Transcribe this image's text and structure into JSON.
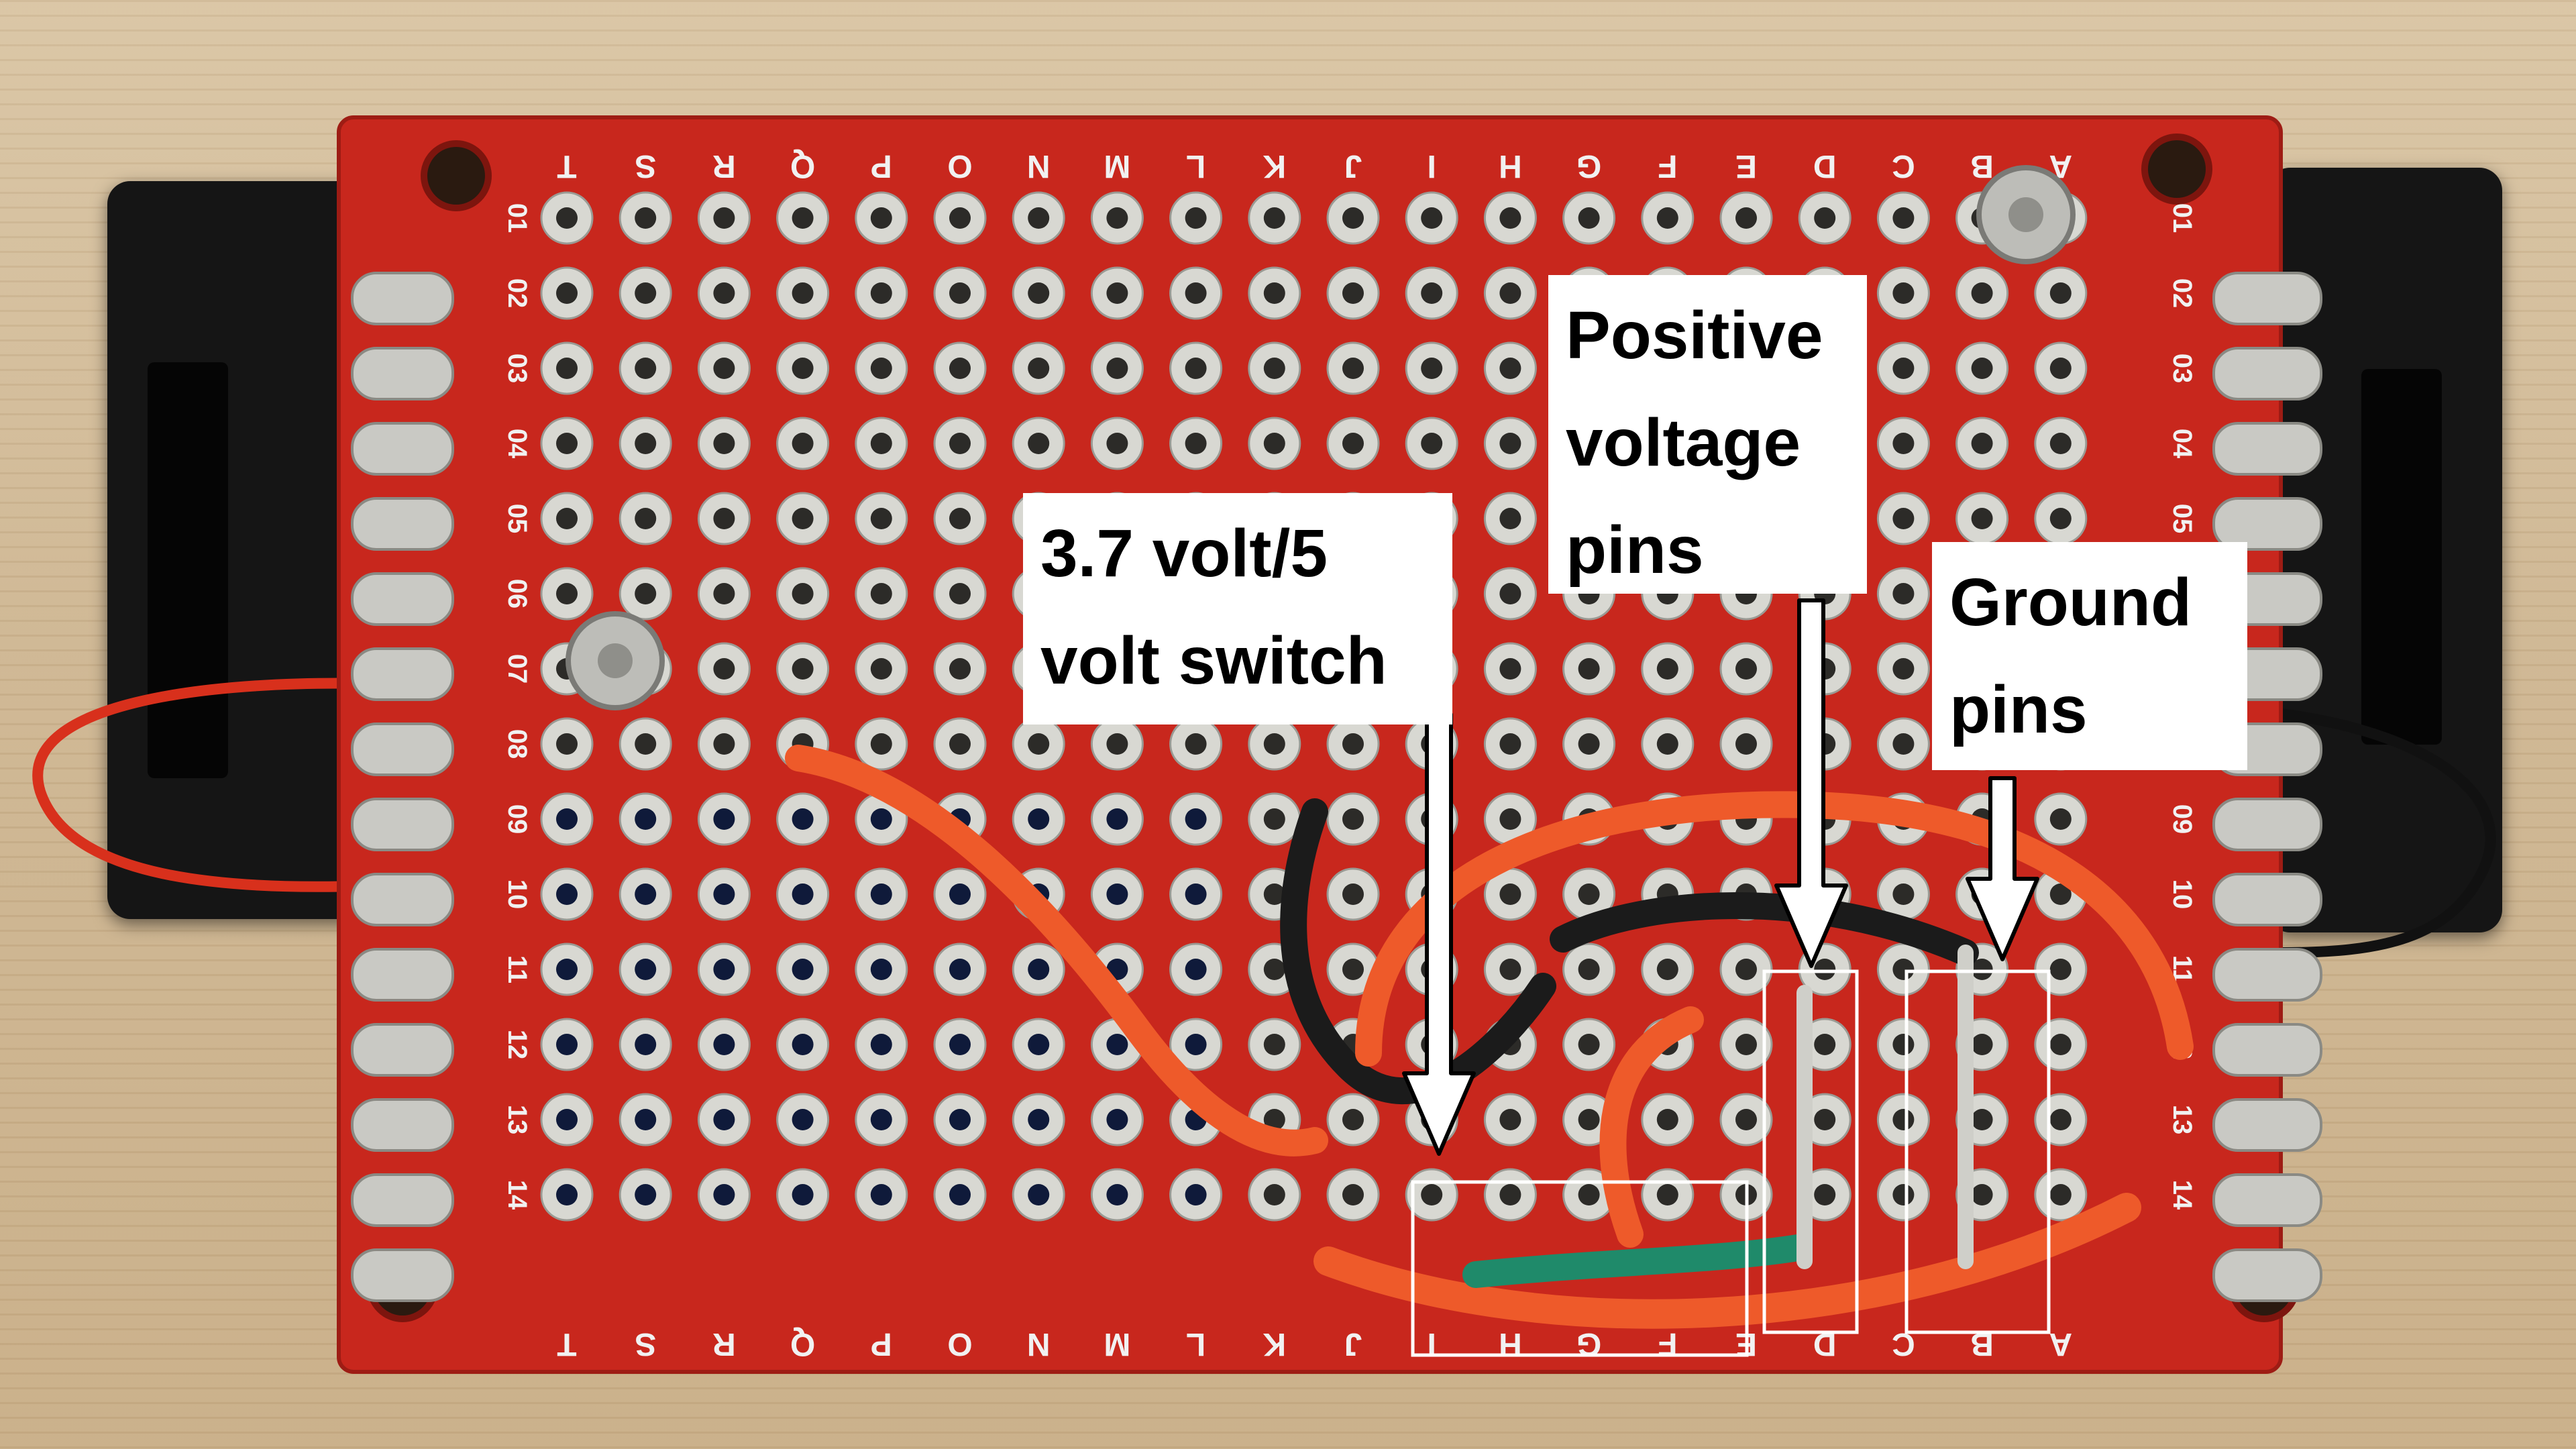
{
  "image": {
    "subject": "red perfboard soldered onto a black battery holder",
    "colors": {
      "board": "#c8271d",
      "wood": "#d2bb96",
      "holder": "#151515",
      "wire_orange": "#ee5a2a",
      "wire_black": "#1b1b1b",
      "wire_green": "#1f8a6a"
    }
  },
  "board": {
    "columns": [
      "T",
      "S",
      "R",
      "Q",
      "P",
      "O",
      "N",
      "M",
      "L",
      "K",
      "J",
      "I",
      "H",
      "G",
      "F",
      "E",
      "D",
      "C",
      "B",
      "A"
    ],
    "rows": [
      "01",
      "02",
      "03",
      "04",
      "05",
      "06",
      "07",
      "08",
      "09",
      "10",
      "11",
      "12",
      "13",
      "14"
    ]
  },
  "annotations": {
    "switch_label": "3.7 volt/5\nvolt switch",
    "positive_label": "Positive\nvoltage\npins",
    "ground_label": "Ground\npins"
  }
}
